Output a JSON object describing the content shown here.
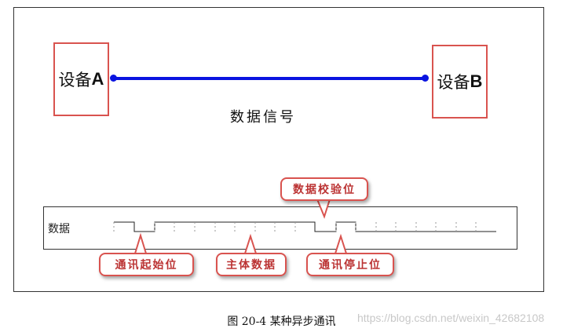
{
  "device_a": {
    "text": "设备",
    "letter": "A"
  },
  "device_b": {
    "text": "设备",
    "letter": "B"
  },
  "signal_label": "数据信号",
  "timing": {
    "row_label": "数据"
  },
  "callouts": {
    "start_bit": "通讯起始位",
    "data_body": "主体数据",
    "stop_bit": "通讯停止位",
    "parity_bit": "数据校验位"
  },
  "caption": "图 20-4 某种异步通讯",
  "watermark": "https://blog.csdn.net/weixin_42682108",
  "colors": {
    "signal_line": "#0a14e0",
    "box_border": "#d9534f",
    "callout_text": "#b33333"
  }
}
